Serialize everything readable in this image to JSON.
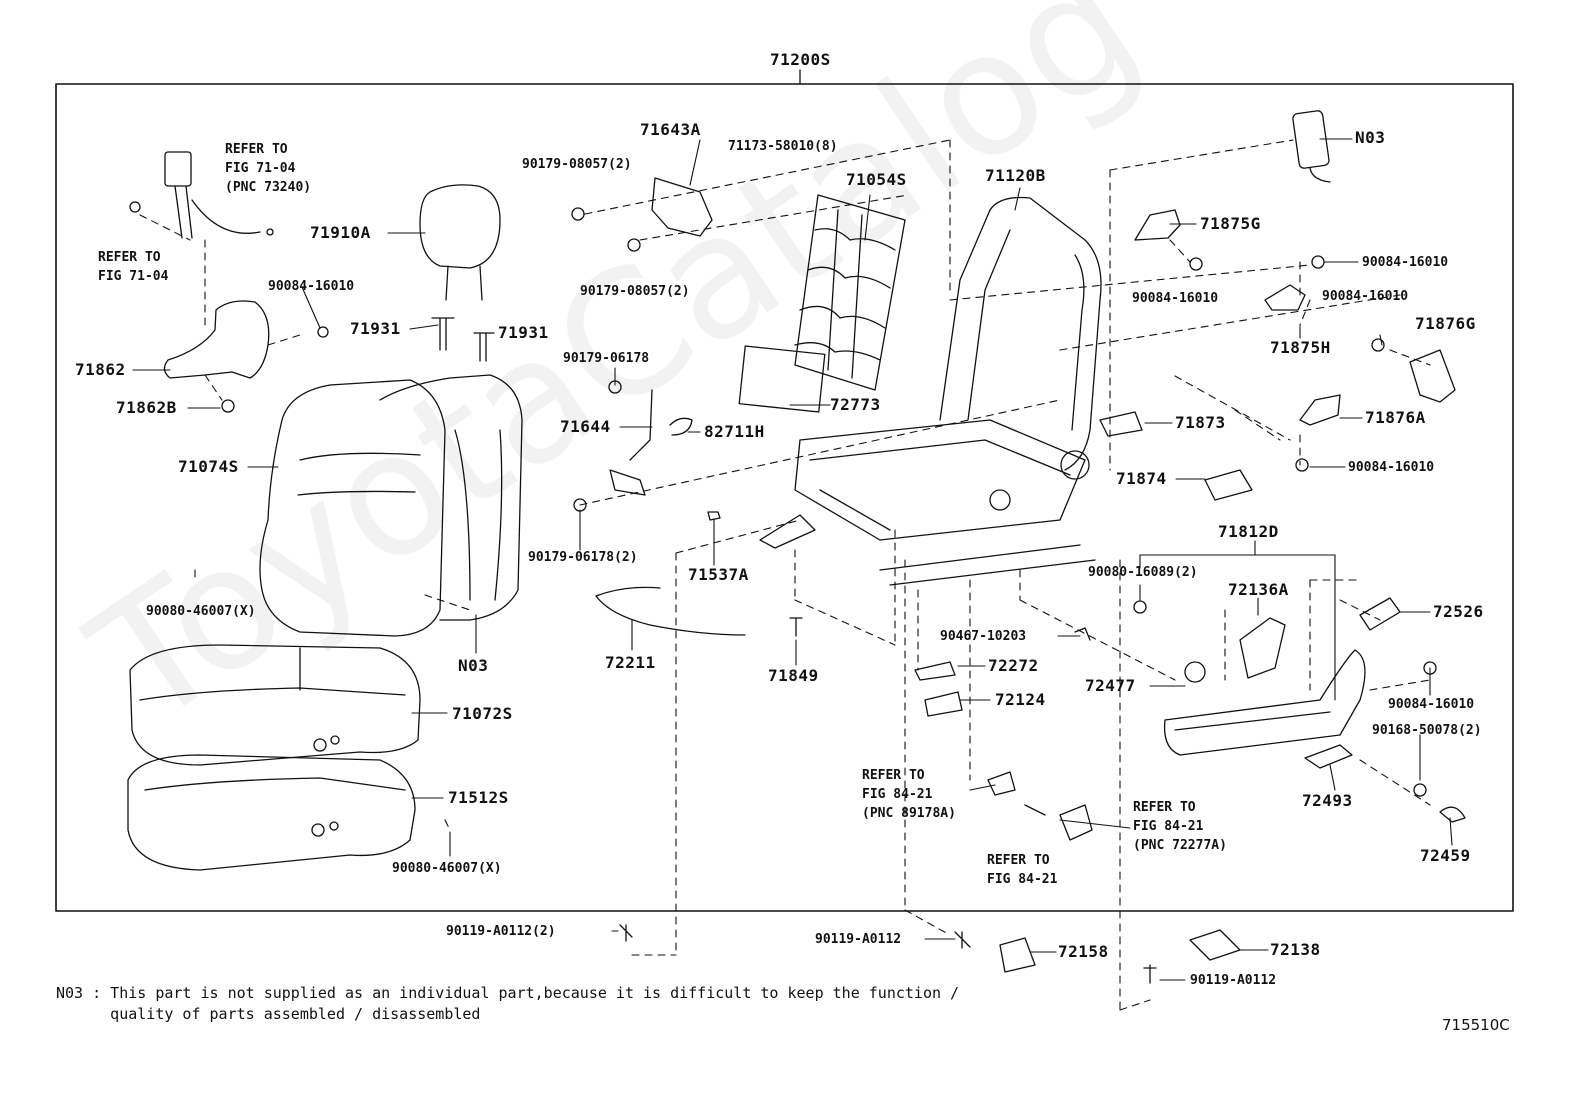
{
  "assembly": "71200S",
  "watermark": "ToyotaCatalog",
  "figure_code": "715510C",
  "note": "N03 : This part is not supplied as an individual part,because it is difficult to keep the function /\n      quality of parts assembled / disassembled",
  "refs": {
    "belt": "REFER TO\nFIG 71-04\n(PNC 73240)",
    "belt2": "REFER TO\nFIG 71-04",
    "sensor": "REFER TO\nFIG 84-21\n(PNC 89178A)",
    "fig": "REFER TO\nFIG 84-21",
    "pnc72277": "REFER TO\nFIG 84-21\n(PNC 72277A)"
  },
  "parts": {
    "p71643A": "71643A",
    "p90179_08057_a": "90179-08057(2)",
    "p90179_08057_b": "90179-08057(2)",
    "p71173": "71173-58010(8)",
    "p71054S": "71054S",
    "p71120B": "71120B",
    "pN03_top": "N03",
    "p71875G": "71875G",
    "p90084_a": "90084-16010",
    "p90084_b": "90084-16010",
    "p90084_c": "90084-16010",
    "p71875H": "71875H",
    "p71876G": "71876G",
    "p71876A": "71876A",
    "p90084_d": "90084-16010",
    "p71873": "71873",
    "p71874": "71874",
    "p71910A": "71910A",
    "p90084_e": "90084-16010",
    "p71931_a": "71931",
    "p71931_b": "71931",
    "p71862": "71862",
    "p71862B": "71862B",
    "p90179_06178": "90179-06178",
    "p71644": "71644",
    "p82711H": "82711H",
    "p72773": "72773",
    "p71074S": "71074S",
    "p90179_06178_2": "90179-06178(2)",
    "p71537A": "71537A",
    "p71812D": "71812D",
    "p90080_16089": "90080-16089(2)",
    "p72136A": "72136A",
    "p72526": "72526",
    "p90080_46007_a": "90080-46007(X)",
    "pN03_mid": "N03",
    "p72211": "72211",
    "p71849": "71849",
    "p90467": "90467-10203",
    "p72272": "72272",
    "p72477": "72477",
    "p72124": "72124",
    "p90084_f": "90084-16010",
    "p90168": "90168-50078(2)",
    "p71072S": "71072S",
    "p72493": "72493",
    "p71512S": "71512S",
    "p72459": "72459",
    "p90080_46007_b": "90080-46007(X)",
    "p90119_a": "90119-A0112(2)",
    "p90119_b": "90119-A0112",
    "p72158": "72158",
    "p72138": "72138",
    "p90119_c": "90119-A0112"
  }
}
